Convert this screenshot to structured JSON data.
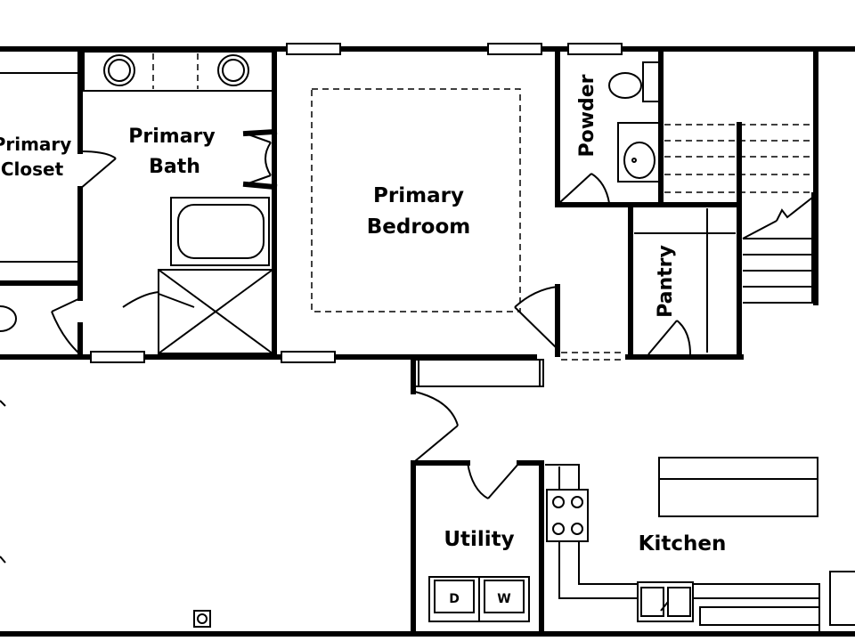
{
  "rooms": {
    "primary_closet": [
      "Primary",
      "Closet"
    ],
    "primary_bath": [
      "Primary",
      "Bath"
    ],
    "primary_bedroom": [
      "Primary",
      "Bedroom"
    ],
    "powder": "Powder",
    "pantry": "Pantry",
    "utility": "Utility",
    "kitchen": "Kitchen"
  },
  "appliances": {
    "dryer": "D",
    "washer": "W"
  }
}
